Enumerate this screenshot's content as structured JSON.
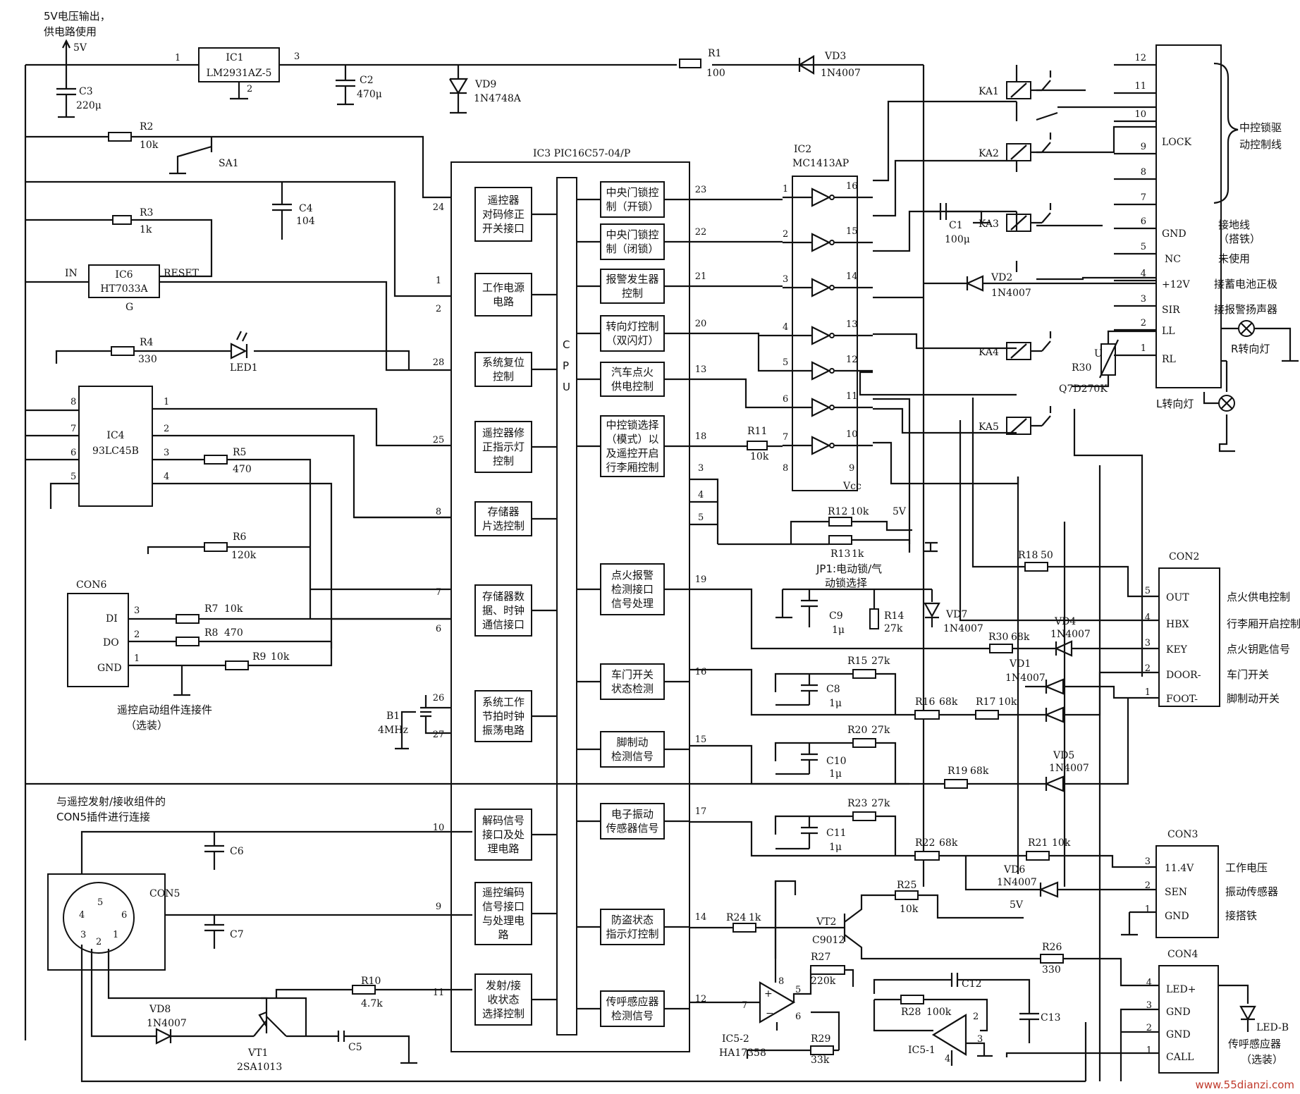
{
  "top_note": [
    "5V电压输出，",
    "供电路使用"
  ],
  "v5": "5V",
  "ic1": {
    "ref": "IC1",
    "part": "LM2931AZ-5",
    "p1": "1",
    "p2": "2",
    "p3": "3"
  },
  "c3": {
    "ref": "C3",
    "val": "220μ"
  },
  "c2": {
    "ref": "C2",
    "val": "470μ"
  },
  "vd9": {
    "ref": "VD9",
    "part": "1N4748A"
  },
  "r1": {
    "ref": "R1",
    "val": "100"
  },
  "vd3": {
    "ref": "VD3",
    "part": "1N4007"
  },
  "r2": {
    "ref": "R2",
    "val": "10k"
  },
  "sa1": "SA1",
  "r3": {
    "ref": "R3",
    "val": "1k"
  },
  "c4": {
    "ref": "C4",
    "val": "104"
  },
  "ic6": {
    "ref": "IC6",
    "part": "HT7033A",
    "in": "IN",
    "reset": "RESET",
    "g": "G"
  },
  "r4": {
    "ref": "R4",
    "val": "330"
  },
  "led1": "LED1",
  "ic4": {
    "ref": "IC4",
    "part": "93LC45B",
    "pins_l": [
      "8",
      "7",
      "6",
      "5"
    ],
    "pins_r": [
      "1",
      "2",
      "3",
      "4"
    ]
  },
  "r5": {
    "ref": "R5",
    "val": "470"
  },
  "r6": {
    "ref": "R6",
    "val": "120k"
  },
  "con6": {
    "ref": "CON6",
    "pins": [
      "DI",
      "DO",
      "GND"
    ],
    "nums": [
      "3",
      "2",
      "1"
    ],
    "caption": [
      "遥控启动组件连接件",
      "（选装）"
    ]
  },
  "r7": {
    "ref": "R7",
    "val": "10k"
  },
  "r8": {
    "ref": "R8",
    "val": "470"
  },
  "r9": {
    "ref": "R9",
    "val": "10k"
  },
  "b1": {
    "ref": "B1",
    "val": "4MHz"
  },
  "con5_note": [
    "与遥控发射/接收组件的",
    "CON5插件进行连接"
  ],
  "c6": "C6",
  "c7": "C7",
  "con5": {
    "ref": "CON5",
    "pins": [
      "5",
      "4",
      "6",
      "3",
      "2",
      "1"
    ]
  },
  "vd8": {
    "ref": "VD8",
    "part": "1N4007"
  },
  "vt1": {
    "ref": "VT1",
    "part": "2SA1013"
  },
  "r10": {
    "ref": "R10",
    "val": "4.7k"
  },
  "c5": "C5",
  "ic3": {
    "title": "IC3  PIC16C57-04/P",
    "cpu": [
      "C",
      "P",
      "U"
    ]
  },
  "ic3_left_blocks": [
    {
      "lines": [
        "遥控器",
        "对码修正",
        "开关接口"
      ],
      "pin": "24"
    },
    {
      "lines": [
        "工作电源",
        "电路"
      ],
      "pin": "1",
      "pin2": "2"
    },
    {
      "lines": [
        "系统复位",
        "控制"
      ],
      "pin": "28"
    },
    {
      "lines": [
        "遥控器修",
        "正指示灯",
        "控制"
      ],
      "pin": "25"
    },
    {
      "lines": [
        "存储器",
        "片选控制"
      ],
      "pin": "8"
    },
    {
      "lines": [
        "存储器数",
        "据、时钟",
        "通信接口"
      ],
      "pin": "7",
      "pin2": "6"
    },
    {
      "lines": [
        "系统工作",
        "节拍时钟",
        "振荡电路"
      ],
      "pin": "26",
      "pin2": "27"
    },
    {
      "lines": [
        "解码信号",
        "接口及处",
        "理电路"
      ],
      "pin": "10"
    },
    {
      "lines": [
        "遥控编码",
        "信号接口",
        "与处理电",
        "路"
      ],
      "pin": "9"
    },
    {
      "lines": [
        "发射/接",
        "收状态",
        "选择控制"
      ],
      "pin": "11"
    }
  ],
  "ic3_right_blocks": [
    {
      "lines": [
        "中央门锁控",
        "制（开锁）"
      ],
      "pin": "23"
    },
    {
      "lines": [
        "中央门锁控",
        "制（闭锁）"
      ],
      "pin": "22"
    },
    {
      "lines": [
        "报警发生器",
        "控制"
      ],
      "pin": "21"
    },
    {
      "lines": [
        "转向灯控制",
        "（双闪灯）"
      ],
      "pin": "20"
    },
    {
      "lines": [
        "汽车点火",
        "供电控制"
      ],
      "pin": "13"
    },
    {
      "lines": [
        "中控锁选择",
        "（模式）以",
        "及遥控开启",
        "行李厢控制"
      ],
      "pin": "18"
    },
    {
      "lines": [
        "点火报警",
        "检测接口",
        "信号处理"
      ],
      "pin": "19"
    },
    {
      "lines": [
        "车门开关",
        "状态检测"
      ],
      "pin": "16"
    },
    {
      "lines": [
        "脚制动",
        "检测信号"
      ],
      "pin": "15"
    },
    {
      "lines": [
        "电子振动",
        "传感器信号"
      ],
      "pin": "17"
    },
    {
      "lines": [
        "防盗状态",
        "指示灯控制"
      ],
      "pin": "14"
    },
    {
      "lines": [
        "传呼感应器",
        "检测信号"
      ],
      "pin": "12"
    }
  ],
  "ic3_extra_pins": [
    "3",
    "4",
    "5"
  ],
  "ic2": {
    "ref": "IC2",
    "part": "MC1413AP",
    "in_pins": [
      "1",
      "2",
      "3",
      "4",
      "5",
      "6",
      "7",
      "8"
    ],
    "out_pins": [
      "16",
      "15",
      "14",
      "13",
      "12",
      "11",
      "10",
      "9"
    ],
    "vcc": "Vcc"
  },
  "r11": {
    "ref": "R11",
    "val": "10k"
  },
  "r12": {
    "ref": "R12",
    "val": "10k"
  },
  "r13": {
    "ref": "R13",
    "val": "1k"
  },
  "jp1": [
    "JP1:电动锁/气",
    "动锁选择"
  ],
  "relays": [
    "KA1",
    "KA2",
    "KA3",
    "KA4",
    "KA5"
  ],
  "c1": {
    "ref": "C1",
    "val": "100μ"
  },
  "vd2": {
    "ref": "VD2",
    "part": "1N4007"
  },
  "r30_varistor": {
    "ref": "R30",
    "part": "Q7D270K",
    "u": "U"
  },
  "lock_conn": {
    "nums": [
      "12",
      "11",
      "10",
      "9",
      "8",
      "7",
      "6",
      "5",
      "4",
      "3",
      "2",
      "1"
    ],
    "labels": [
      "LOCK",
      "GND",
      "NC",
      "+12V",
      "SIR",
      "LL",
      "RL"
    ],
    "brace_note": [
      "中控锁驱",
      "动控制线"
    ],
    "notes": [
      "接地线",
      "（搭铁）",
      "未使用",
      "接蓄电池正极",
      "接报警扬声器"
    ],
    "r_lamp": "R转向灯",
    "l_lamp": "L转向灯"
  },
  "r18": {
    "ref": "R18",
    "val": "50"
  },
  "con2": {
    "ref": "CON2",
    "pins": [
      "OUT",
      "HBX",
      "KEY",
      "DOOR-",
      "FOOT-"
    ],
    "nums": [
      "5",
      "4",
      "3",
      "2",
      "1"
    ],
    "notes": [
      "点火供电控制",
      "行李厢开启控制",
      "点火钥匙信号",
      "车门开关",
      "脚制动开关"
    ]
  },
  "c9": {
    "ref": "C9",
    "val": "1μ"
  },
  "r14": {
    "ref": "R14",
    "val": "27k"
  },
  "vd7": {
    "ref": "VD7",
    "part": "1N4007"
  },
  "r30b": {
    "ref": "R30",
    "val": "68k"
  },
  "vd4": {
    "ref": "VD4",
    "part": "1N4007"
  },
  "c8": {
    "ref": "C8",
    "val": "1μ"
  },
  "r15": {
    "ref": "R15",
    "val": "27k"
  },
  "vd1": {
    "ref": "VD1",
    "part": "1N4007"
  },
  "r16": {
    "ref": "R16",
    "val": "68k"
  },
  "r17": {
    "ref": "R17",
    "val": "10k"
  },
  "c10": {
    "ref": "C10",
    "val": "1μ"
  },
  "r20": {
    "ref": "R20",
    "val": "27k"
  },
  "r19": {
    "ref": "R19",
    "val": "68k"
  },
  "vd5": {
    "ref": "VD5",
    "part": "1N4007"
  },
  "c11": {
    "ref": "C11",
    "val": "1μ"
  },
  "r23": {
    "ref": "R23",
    "val": "27k"
  },
  "r22": {
    "ref": "R22",
    "val": "68k"
  },
  "r21": {
    "ref": "R21",
    "val": "10k"
  },
  "con3": {
    "ref": "CON3",
    "pins": [
      "11.4V",
      "SEN",
      "GND"
    ],
    "nums": [
      "3",
      "2",
      "1"
    ],
    "notes": [
      "工作电压",
      "振动传感器",
      "接搭铁"
    ]
  },
  "vd6": {
    "ref": "VD6",
    "part": "1N4007"
  },
  "r25": {
    "ref": "R25",
    "val": "10k"
  },
  "r24": {
    "ref": "R24",
    "val": "1k"
  },
  "vt2": {
    "ref": "VT2",
    "part": "C9012"
  },
  "r26": {
    "ref": "R26",
    "val": "330"
  },
  "con4": {
    "ref": "CON4",
    "pins": [
      "LED+",
      "GND",
      "GND",
      "CALL"
    ],
    "nums": [
      "4",
      "3",
      "2",
      "1"
    ],
    "led": "LED-B",
    "notes": [
      "传呼感应器",
      "（选装）"
    ]
  },
  "r27": {
    "ref": "R27",
    "val": "220k"
  },
  "r29": {
    "ref": "R29",
    "val": "33k"
  },
  "ic52": {
    "ref": "IC5-2",
    "part": "HA17358",
    "pins": [
      "7",
      "8",
      "5",
      "6"
    ]
  },
  "c12": "C12",
  "c13": "C13",
  "r28": {
    "ref": "R28",
    "val": "100k"
  },
  "ic51": {
    "ref": "IC5-1",
    "pins": [
      "2",
      "3",
      "4"
    ]
  },
  "watermark": "www.55dianzi.com"
}
